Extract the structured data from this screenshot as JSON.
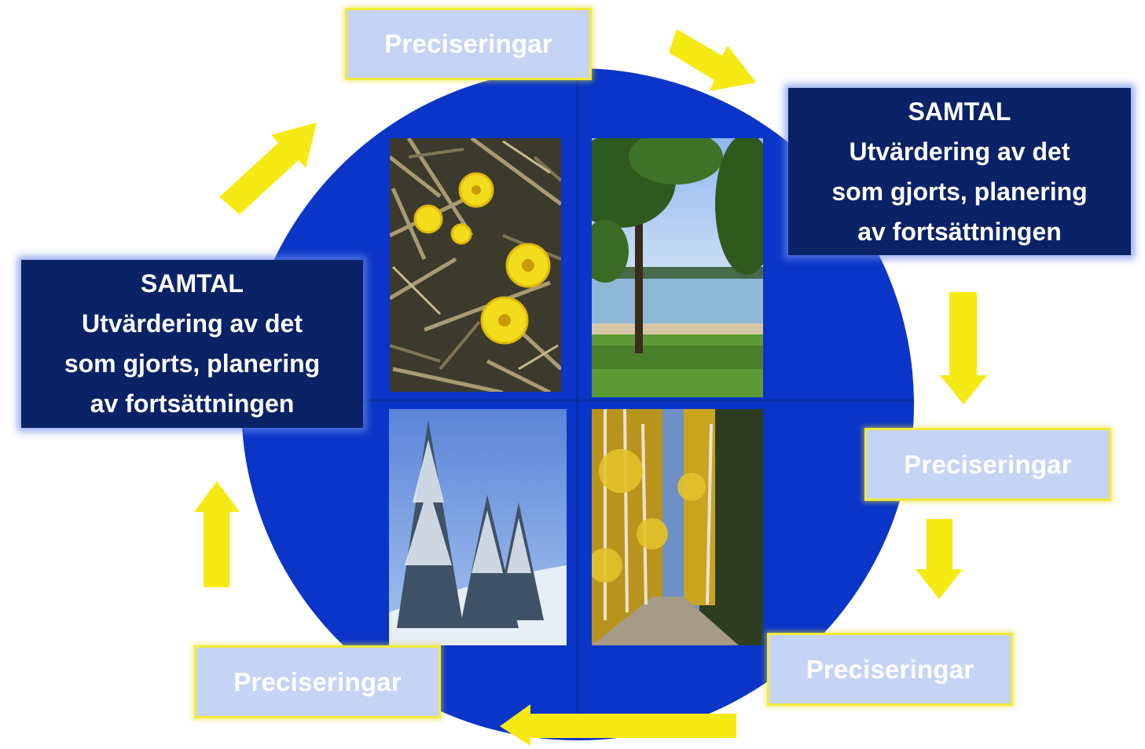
{
  "diagram": {
    "colors": {
      "circle": "#0b35c8",
      "arrow": "#f5ea14",
      "precision_box": "#c5d3f5",
      "precision_border": "#f2ea3a",
      "samtal_box": "#0a2366"
    },
    "seasons": [
      "spring-coltsfoot-photo",
      "summer-lake-photo",
      "winter-spruce-photo",
      "autumn-birch-road-photo"
    ],
    "precision_boxes": [
      {
        "label": "Preciseringar"
      },
      {
        "label": "Preciseringar"
      },
      {
        "label": "Preciseringar"
      },
      {
        "label": "Preciseringar"
      }
    ],
    "samtal_boxes": [
      {
        "lines": [
          "SAMTAL",
          "Utvärdering av det",
          "som gjorts, planering",
          "av fortsättningen"
        ]
      },
      {
        "lines": [
          "SAMTAL",
          "Utvärdering av det",
          "som gjorts, planering",
          "av fortsättningen"
        ]
      }
    ]
  }
}
